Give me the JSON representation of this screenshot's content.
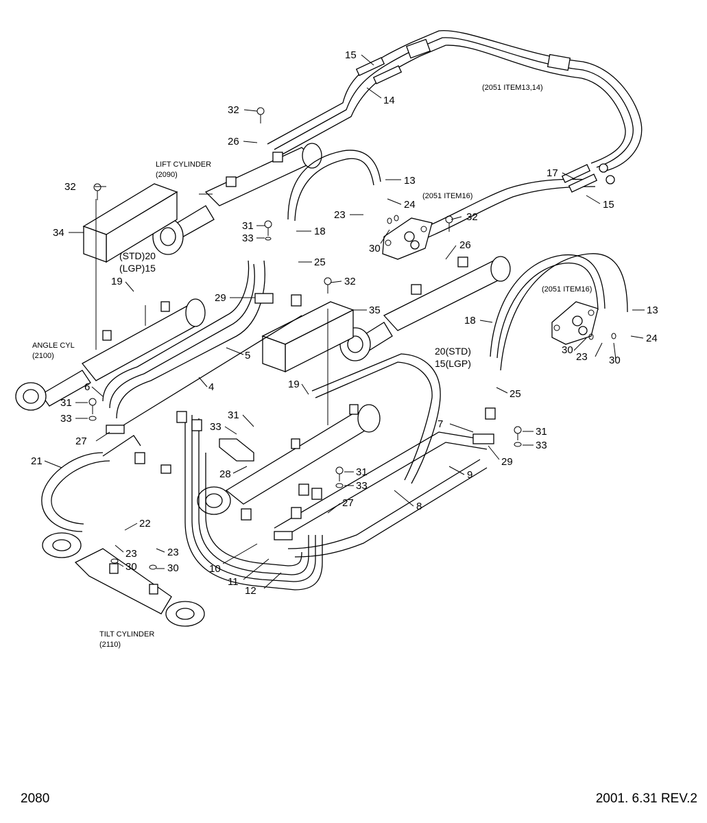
{
  "captions": {
    "lift_cylinder": "LIFT CYLINDER",
    "lift_cylinder_ref": "(2090)",
    "angle_cyl": "ANGLE CYL",
    "angle_cyl_ref": "(2100)",
    "tilt_cylinder": "TILT CYLINDER",
    "tilt_cylinder_ref": "(2110)",
    "ref_2051_13_14": "(2051 ITEM13,14)",
    "ref_2051_16_top": "(2051 ITEM16)",
    "ref_2051_16_right": "(2051 ITEM16)",
    "std_20_left": "(STD)20",
    "lgp_15_left": "(LGP)15",
    "std_20_right": "20(STD)",
    "lgp_15_right": "15(LGP)"
  },
  "callouts": [
    {
      "id": "c-15a",
      "label": "15"
    },
    {
      "id": "c-14",
      "label": "14"
    },
    {
      "id": "c-32a",
      "label": "32"
    },
    {
      "id": "c-26a",
      "label": "26"
    },
    {
      "id": "c-13a",
      "label": "13"
    },
    {
      "id": "c-32b",
      "label": "32"
    },
    {
      "id": "c-24a",
      "label": "24"
    },
    {
      "id": "c-23a",
      "label": "23"
    },
    {
      "id": "c-34",
      "label": "34"
    },
    {
      "id": "c-31a",
      "label": "31"
    },
    {
      "id": "c-18a",
      "label": "18"
    },
    {
      "id": "c-33a",
      "label": "33"
    },
    {
      "id": "c-30a",
      "label": "30"
    },
    {
      "id": "c-32c",
      "label": "32"
    },
    {
      "id": "c-17",
      "label": "17"
    },
    {
      "id": "c-15b",
      "label": "15"
    },
    {
      "id": "c-26b",
      "label": "26"
    },
    {
      "id": "c-25a",
      "label": "25"
    },
    {
      "id": "c-19a",
      "label": "19"
    },
    {
      "id": "c-32d",
      "label": "32"
    },
    {
      "id": "c-29a",
      "label": "29"
    },
    {
      "id": "c-35",
      "label": "35"
    },
    {
      "id": "c-13b",
      "label": "13"
    },
    {
      "id": "c-18b",
      "label": "18"
    },
    {
      "id": "c-5",
      "label": "5"
    },
    {
      "id": "c-24b",
      "label": "24"
    },
    {
      "id": "c-30b",
      "label": "30"
    },
    {
      "id": "c-23b",
      "label": "23"
    },
    {
      "id": "c-30c",
      "label": "30"
    },
    {
      "id": "c-4",
      "label": "4"
    },
    {
      "id": "c-6",
      "label": "6"
    },
    {
      "id": "c-31b",
      "label": "31"
    },
    {
      "id": "c-33b",
      "label": "33"
    },
    {
      "id": "c-27a",
      "label": "27"
    },
    {
      "id": "c-19b",
      "label": "19"
    },
    {
      "id": "c-25b",
      "label": "25"
    },
    {
      "id": "c-31c",
      "label": "31"
    },
    {
      "id": "c-33c",
      "label": "33"
    },
    {
      "id": "c-7",
      "label": "7"
    },
    {
      "id": "c-31d",
      "label": "31"
    },
    {
      "id": "c-33d",
      "label": "33"
    },
    {
      "id": "c-29b",
      "label": "29"
    },
    {
      "id": "c-21",
      "label": "21"
    },
    {
      "id": "c-28",
      "label": "28"
    },
    {
      "id": "c-31e",
      "label": "31"
    },
    {
      "id": "c-9",
      "label": "9"
    },
    {
      "id": "c-33e",
      "label": "33"
    },
    {
      "id": "c-27b",
      "label": "27"
    },
    {
      "id": "c-8",
      "label": "8"
    },
    {
      "id": "c-22",
      "label": "22"
    },
    {
      "id": "c-23c",
      "label": "23"
    },
    {
      "id": "c-23d",
      "label": "23"
    },
    {
      "id": "c-30d",
      "label": "30"
    },
    {
      "id": "c-30e",
      "label": "30"
    },
    {
      "id": "c-10",
      "label": "10"
    },
    {
      "id": "c-11",
      "label": "11"
    },
    {
      "id": "c-12",
      "label": "12"
    }
  ],
  "footer": {
    "page_number": "2080",
    "date_rev": "2001. 6.31 REV.2"
  }
}
